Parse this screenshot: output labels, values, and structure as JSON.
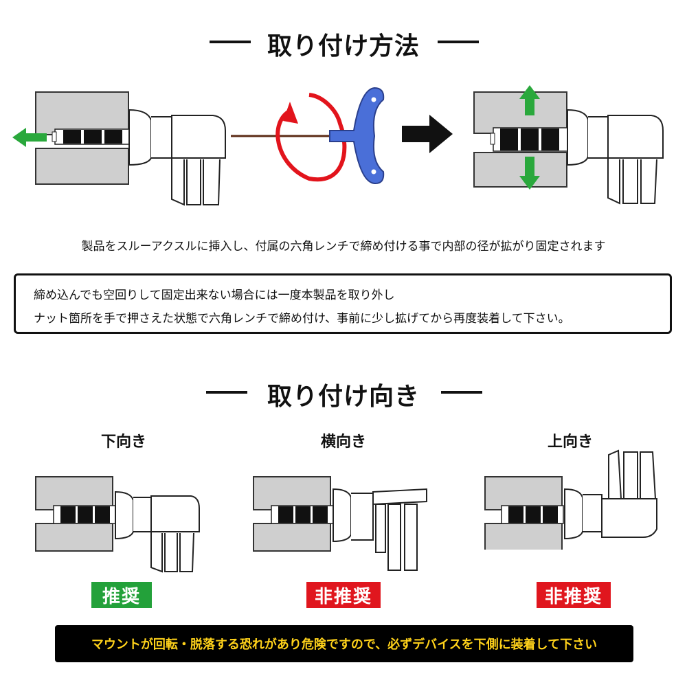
{
  "header1": {
    "title": "取り付け方法"
  },
  "steps": {
    "caption": "製品をスルーアクスルに挿入し、付属の六角レンチで締め付ける事で内部の径が拡がり固定されます"
  },
  "note": {
    "line1": "締め込んでも空回りして固定出来ない場合には一度本製品を取り外し",
    "line2": "ナット箇所を手で押さえた状態で六角レンチで締め付け、事前に少し拡げてから再度装着して下さい。"
  },
  "header2": {
    "title": "取り付け向き"
  },
  "orientations": [
    {
      "label": "下向き",
      "badge": "推奨"
    },
    {
      "label": "横向き",
      "badge": "非推奨"
    },
    {
      "label": "上向き",
      "badge": "非推奨"
    }
  ],
  "warning": {
    "text": "マウントが回転・脱落する恐れがあり危険ですので、必ずデバイスを下側に装着して下さい"
  },
  "colors": {
    "recommended": "#23a13a",
    "not_recommended": "#e0161e",
    "arrow_green": "#2aa83c",
    "rotate_red": "#e2141c",
    "wrench_blue": "#4a6fd8",
    "warning_text": "#ffd21a",
    "block_gray": "#cfcfcf"
  }
}
